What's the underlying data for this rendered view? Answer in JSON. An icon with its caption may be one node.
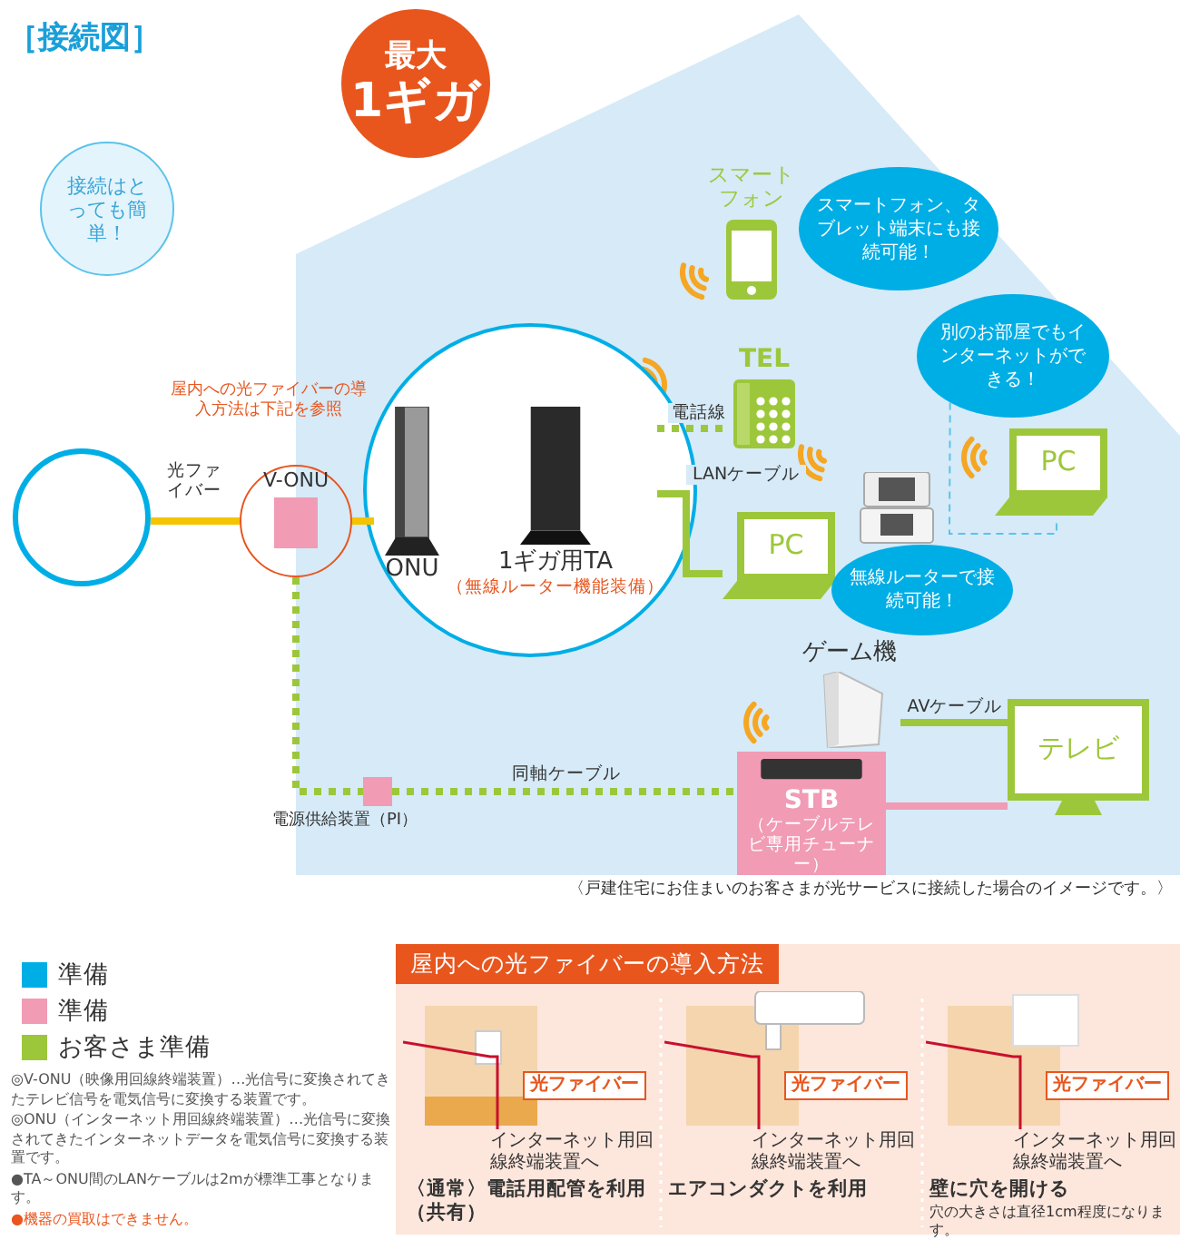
{
  "diagram": {
    "title": "［接続図］",
    "caption": "〈戸建住宅にお住まいのお客さまが光サービスに接続した場合のイメージです。〉",
    "nodes": [
      {
        "text": [
          "最大",
          "1ギガ"
        ]
      },
      {
        "text": [
          "接続はとっても簡単！"
        ]
      },
      {
        "text": [
          "スマートフォン"
        ]
      },
      {
        "text": [
          "スマートフォン、タブレット端末にも接続可能！"
        ]
      },
      {
        "text": [
          "別のお部屋でもインターネットができる！"
        ]
      },
      {
        "text": [
          "TEL"
        ]
      },
      {
        "text": [],
        "shape": "circle"
      },
      {
        "text": [
          "V-ONU"
        ]
      },
      {
        "text": [],
        "shape": "circle"
      },
      {
        "text": [
          "ONU"
        ],
        "in": 8
      },
      {
        "text": [
          "1ギガ用TA",
          "（無線ルーター機能装備）"
        ],
        "in": 8
      },
      {
        "text": [
          "PC"
        ]
      },
      {
        "text": [],
        "shape": "picture"
      },
      {
        "text": [
          "PC"
        ]
      },
      {
        "text": [
          "無線ルーターで接続可能！"
        ]
      },
      {
        "text": [
          "ゲーム機"
        ]
      },
      {
        "text": [
          "STB",
          "（ケーブルテレビ専用チューナー）"
        ]
      },
      {
        "text": [
          "テレビ"
        ]
      },
      {
        "text": [],
        "shape": "box",
        "beside": [
          "電源供給装置（PI）"
        ]
      },
      {
        "text": [
          "屋内への光ファイバーの導入方法"
        ]
      },
      {
        "text": [
          "光ファイバー",
          "インターネット用回線終端装置へ",
          "〈通常〉電話用配管を利用（共有）"
        ],
        "in": 19
      },
      {
        "text": [
          "光ファイバー",
          "インターネット用回線終端装置へ",
          "エアコンダクトを利用"
        ],
        "in": 19
      },
      {
        "text": [
          "光ファイバー",
          "インターネット用回線終端装置へ",
          "壁に穴を開ける",
          "穴の大きさは直径1cm程度になります。"
        ],
        "in": 19
      }
    ],
    "edges": [
      {
        "from": 6,
        "to": 7,
        "arrow": "none",
        "label": "光ファイバー",
        "color": "#f5c400"
      },
      {
        "from": 7,
        "to": 9,
        "arrow": "none",
        "color": "#f5c400"
      },
      {
        "from": 10,
        "to": 5,
        "arrow": "none",
        "label": "電話線",
        "style": "dashed"
      },
      {
        "from": 10,
        "to": 11,
        "arrow": "none",
        "label": "LANケーブル"
      },
      {
        "from": 7,
        "to": 18,
        "arrow": "none",
        "style": "dashed"
      },
      {
        "from": 18,
        "to": 16,
        "arrow": "none",
        "label": "同軸ケーブル",
        "style": "dashed"
      },
      {
        "from": 15,
        "to": 17,
        "arrow": "none",
        "label": "AVケーブル"
      },
      {
        "from": 16,
        "to": 17,
        "arrow": "none",
        "color": "#f19bb5"
      },
      {
        "from": 4,
        "to": 13,
        "arrow": "none",
        "style": "dashed",
        "color": "#5bc3ea"
      }
    ],
    "labels": [
      "屋内への光ファイバーの導入方法は下記を参照",
      "◎V-ONU（映像用回線終端装置）…光信号に変換されてきたテレビ信号を電気信号に変換する装置です。",
      "◎ONU（インターネット用回線終端装置）…光信号に変換されてきたインターネットデータを電気信号に変換する装置です。",
      "●TA～ONU間のLANケーブルは2mが標準工事となります。",
      "●機器の買取はできません。"
    ],
    "legend": [
      {
        "text": "準備",
        "color": "#00aee6"
      },
      {
        "text": "準備",
        "color": "#f19bb5"
      },
      {
        "text": "お客さま準備",
        "color": "#9dc73a"
      }
    ]
  }
}
